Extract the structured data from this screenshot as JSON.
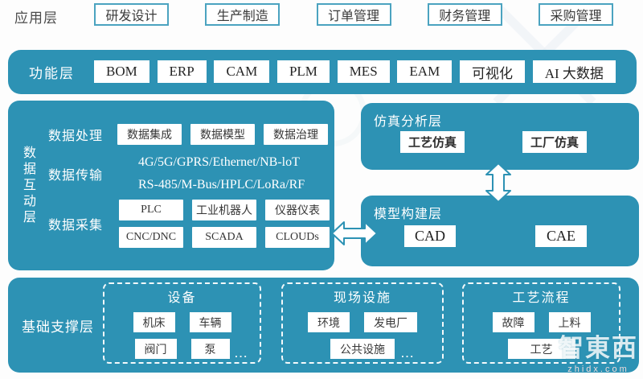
{
  "colors": {
    "teal": "#2D92B4",
    "box_border": "#4BA3C0",
    "text_dark": "#3A3A3A",
    "white": "#FFFFFF"
  },
  "app_layer": {
    "label": "应用层",
    "items": [
      "研发设计",
      "生产制造",
      "订单管理",
      "财务管理",
      "采购管理"
    ]
  },
  "function_layer": {
    "label": "功能层",
    "items": [
      "BOM",
      "ERP",
      "CAM",
      "PLM",
      "MES",
      "EAM",
      "可视化",
      "AI 大数据"
    ]
  },
  "data_layer": {
    "label": "数据互动层",
    "processing": {
      "label": "数据处理",
      "items": [
        "数据集成",
        "数据模型",
        "数据治理"
      ]
    },
    "transmission": {
      "label": "数据传输",
      "lines": [
        "4G/5G/GPRS/Ethernet/NB-loT",
        "RS-485/M-Bus/HPLC/LoRa/RF"
      ]
    },
    "collection": {
      "label": "数据采集",
      "rows": [
        [
          "PLC",
          "工业机器人",
          "仪器仪表"
        ],
        [
          "CNC/DNC",
          "SCADA",
          "CLOUDs"
        ]
      ]
    }
  },
  "simulation_layer": {
    "label": "仿真分析层",
    "items": [
      "工艺仿真",
      "工厂仿真"
    ]
  },
  "model_layer": {
    "label": "模型构建层",
    "items": [
      "CAD",
      "CAE"
    ]
  },
  "foundation_layer": {
    "label": "基础支撑层",
    "groups": [
      {
        "title": "设备",
        "rows": [
          [
            "机床",
            "车辆"
          ],
          [
            "阀门",
            "泵"
          ]
        ],
        "ellipsis": "..."
      },
      {
        "title": "现场设施",
        "rows": [
          [
            "环境",
            "发电厂"
          ],
          [
            "公共设施"
          ]
        ],
        "ellipsis": "..."
      },
      {
        "title": "工艺流程",
        "rows": [
          [
            "故障",
            "上料"
          ],
          [
            "工艺"
          ]
        ],
        "ellipsis": ""
      }
    ]
  },
  "watermark": {
    "logo": "智東西",
    "url": "zhidx.com"
  }
}
